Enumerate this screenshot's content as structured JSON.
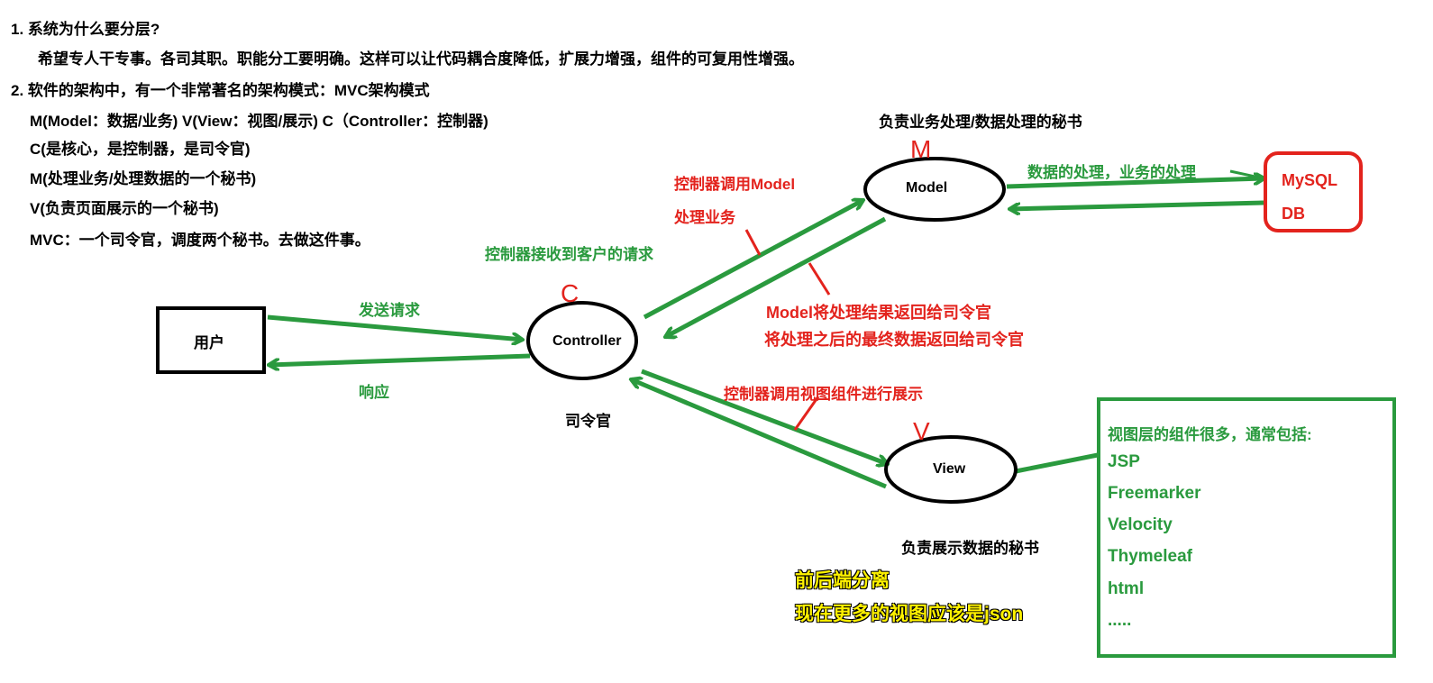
{
  "notes": [
    "1. 系统为什么要分层?",
    "希望专人干专事。各司其职。职能分工要明确。这样可以让代码耦合度降低，扩展力增强，组件的可复用性增强。",
    "2. 软件的架构中，有一个非常著名的架构模式：MVC架构模式",
    "M(Model：数据/业务)   V(View：视图/展示)  C（Controller：控制器)",
    "C(是核心，是控制器，是司令官)",
    "M(处理业务/处理数据的一个秘书)",
    "V(负责页面展示的一个秘书)",
    "MVC：一个司令官，调度两个秘书。去做这件事。"
  ],
  "nodes": {
    "user": "用户",
    "controller": "Controller",
    "controller_letter": "C",
    "controller_caption": "司令官",
    "model": "Model",
    "model_letter": "M",
    "model_caption": "负责业务处理/数据处理的秘书",
    "view": "View",
    "view_letter": "V",
    "view_caption": "负责展示数据的秘书",
    "db": [
      "MySQL",
      "DB"
    ]
  },
  "labels": {
    "send": "发送请求",
    "response": "响应",
    "receive": "控制器接收到客户的请求",
    "call_model": [
      "控制器调用Model",
      "处理业务"
    ],
    "model_return": [
      "Model将处理结果返回给司令官",
      "将处理之后的最终数据返回给司令官"
    ],
    "call_view": "控制器调用视图组件进行展示",
    "db_process": "数据的处理，业务的处理"
  },
  "view_box": {
    "title": "视图层的组件很多，通常包括:",
    "items": [
      "JSP",
      "Freemarker",
      "Velocity",
      "Thymeleaf",
      "html",
      "....."
    ]
  },
  "highlight": [
    "前后端分离",
    "现在更多的视图应该是json"
  ],
  "colors": {
    "green": "#2a9a3e",
    "red": "#e3231d",
    "yellow": "#fff200"
  }
}
